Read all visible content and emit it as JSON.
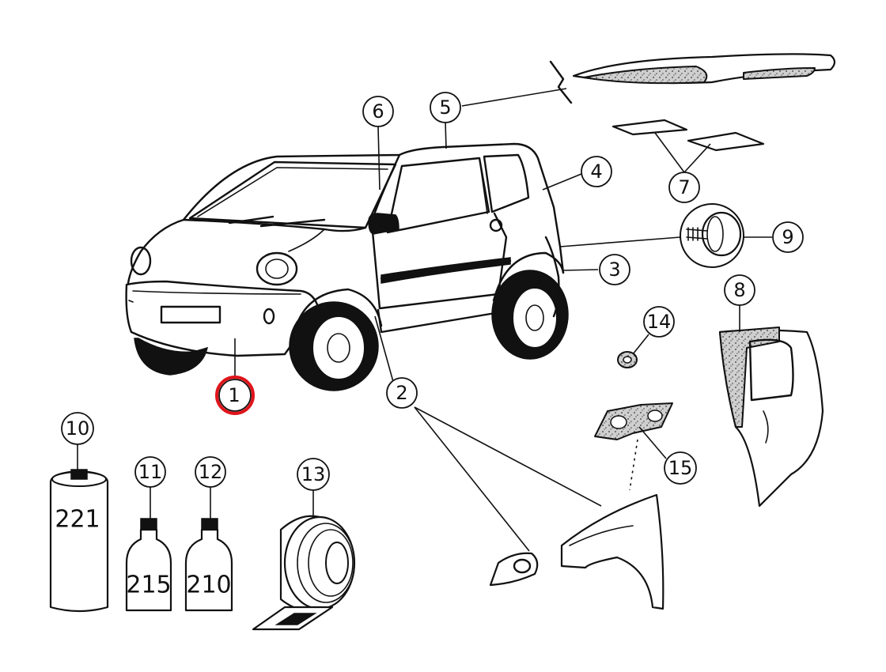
{
  "callouts": [
    {
      "id": "1",
      "label": "1",
      "highlighted": true
    },
    {
      "id": "2",
      "label": "2"
    },
    {
      "id": "3",
      "label": "3"
    },
    {
      "id": "4",
      "label": "4"
    },
    {
      "id": "5",
      "label": "5"
    },
    {
      "id": "6",
      "label": "6"
    },
    {
      "id": "7",
      "label": "7"
    },
    {
      "id": "8",
      "label": "8"
    },
    {
      "id": "9",
      "label": "9"
    },
    {
      "id": "10",
      "label": "10"
    },
    {
      "id": "11",
      "label": "11"
    },
    {
      "id": "12",
      "label": "12"
    },
    {
      "id": "13",
      "label": "13"
    },
    {
      "id": "14",
      "label": "14"
    },
    {
      "id": "15",
      "label": "15"
    }
  ],
  "containers": {
    "can": "221",
    "bottle_left": "215",
    "bottle_right": "210"
  },
  "colors": {
    "ink": "#111111",
    "highlight": "#e0141b",
    "background": "#ffffff"
  }
}
